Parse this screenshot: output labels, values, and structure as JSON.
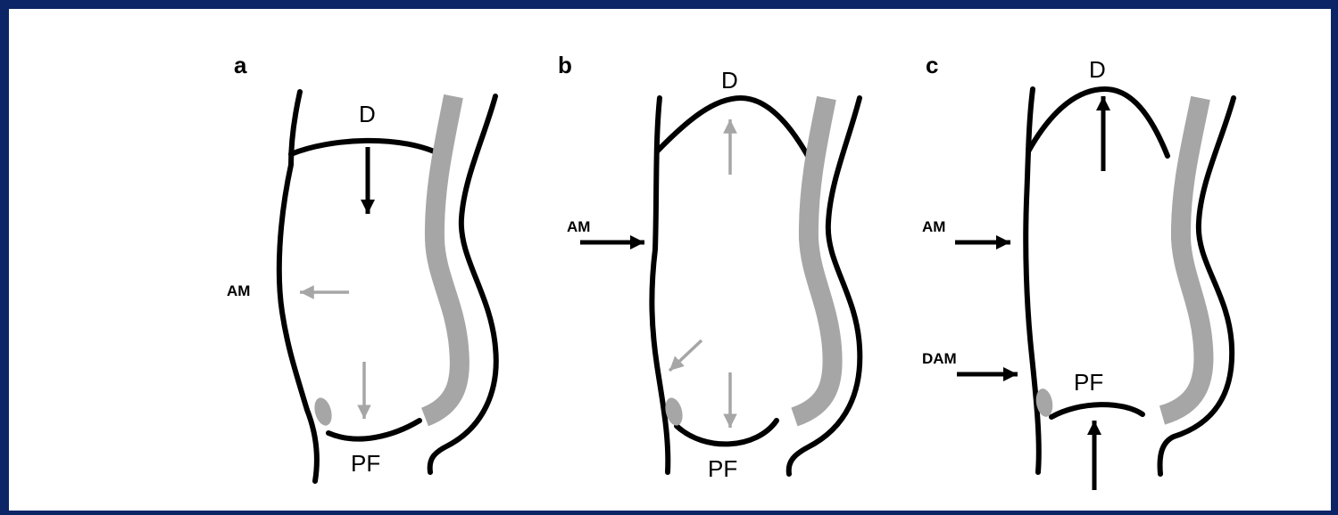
{
  "diagram": {
    "background_color": "#ffffff",
    "border_color": "#0b2566",
    "arrow_colors": {
      "strong": "#000000",
      "weak": "#a6a6a6"
    },
    "panels": [
      {
        "letter": "a",
        "labels": {
          "top": "D",
          "bottom": "PF",
          "am": "AM"
        }
      },
      {
        "letter": "b",
        "labels": {
          "top": "D",
          "bottom": "PF",
          "am": "AM"
        }
      },
      {
        "letter": "c",
        "labels": {
          "top": "D",
          "bottom": "PF",
          "am": "AM",
          "dam": "DAM"
        }
      }
    ]
  }
}
